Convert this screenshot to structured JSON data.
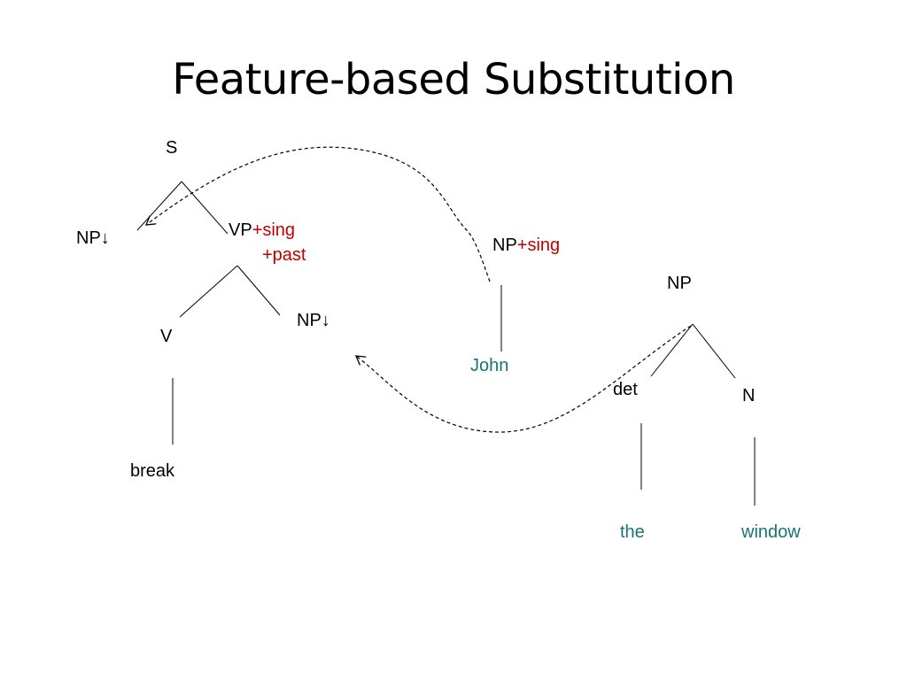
{
  "title": "Feature-based Substitution",
  "colors": {
    "text": "#000000",
    "feature": "#c00000",
    "lexical": "#1a7373",
    "lines": "#000000"
  },
  "tree1": {
    "root": "S",
    "np_subject": "NP↓",
    "vp": {
      "label": "VP",
      "feature_1": "+sing",
      "feature_2": "+past"
    },
    "v": "V",
    "np_object": "NP↓",
    "word": "break"
  },
  "tree2": {
    "np": {
      "label": "NP",
      "feature": "+sing"
    },
    "word": "John"
  },
  "tree3": {
    "root": "NP",
    "det": "det",
    "n": "N",
    "det_word": "the",
    "n_word": "window"
  },
  "substitution_arrows": [
    "dashed-arrow-john-to-subject",
    "dashed-arrow-np-to-object"
  ]
}
